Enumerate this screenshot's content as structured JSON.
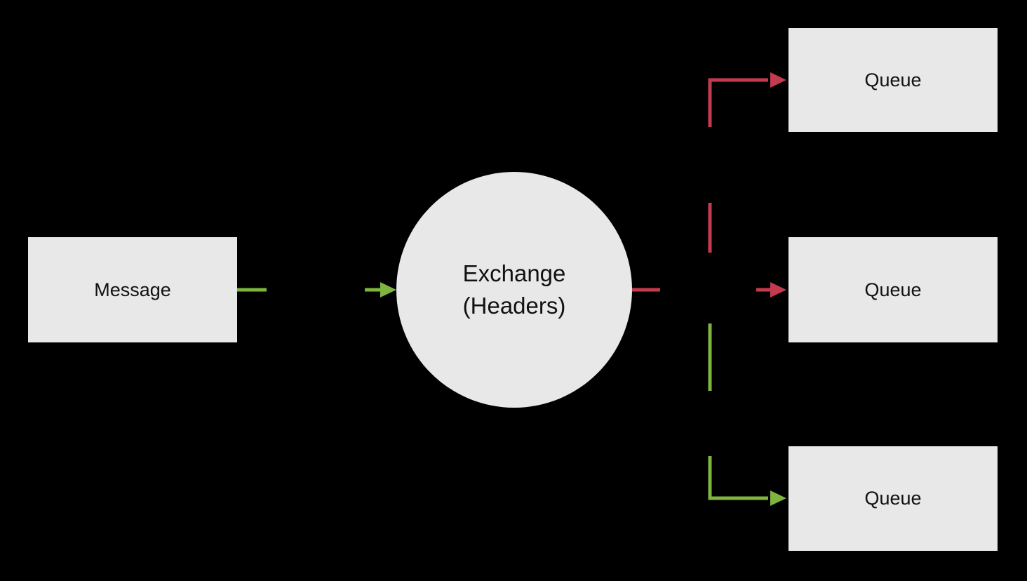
{
  "diagram": {
    "message_box": {
      "label": "Message"
    },
    "exchange": {
      "line1": "Exchange",
      "line2": "(Headers)"
    },
    "queues": [
      {
        "label": "Queue"
      },
      {
        "label": "Queue"
      },
      {
        "label": "Queue"
      }
    ]
  },
  "colors": {
    "green": "#7EB53E",
    "red": "#C53B4E",
    "node_fill": "#E8E8E8",
    "text": "#111111",
    "background": "#000000"
  }
}
